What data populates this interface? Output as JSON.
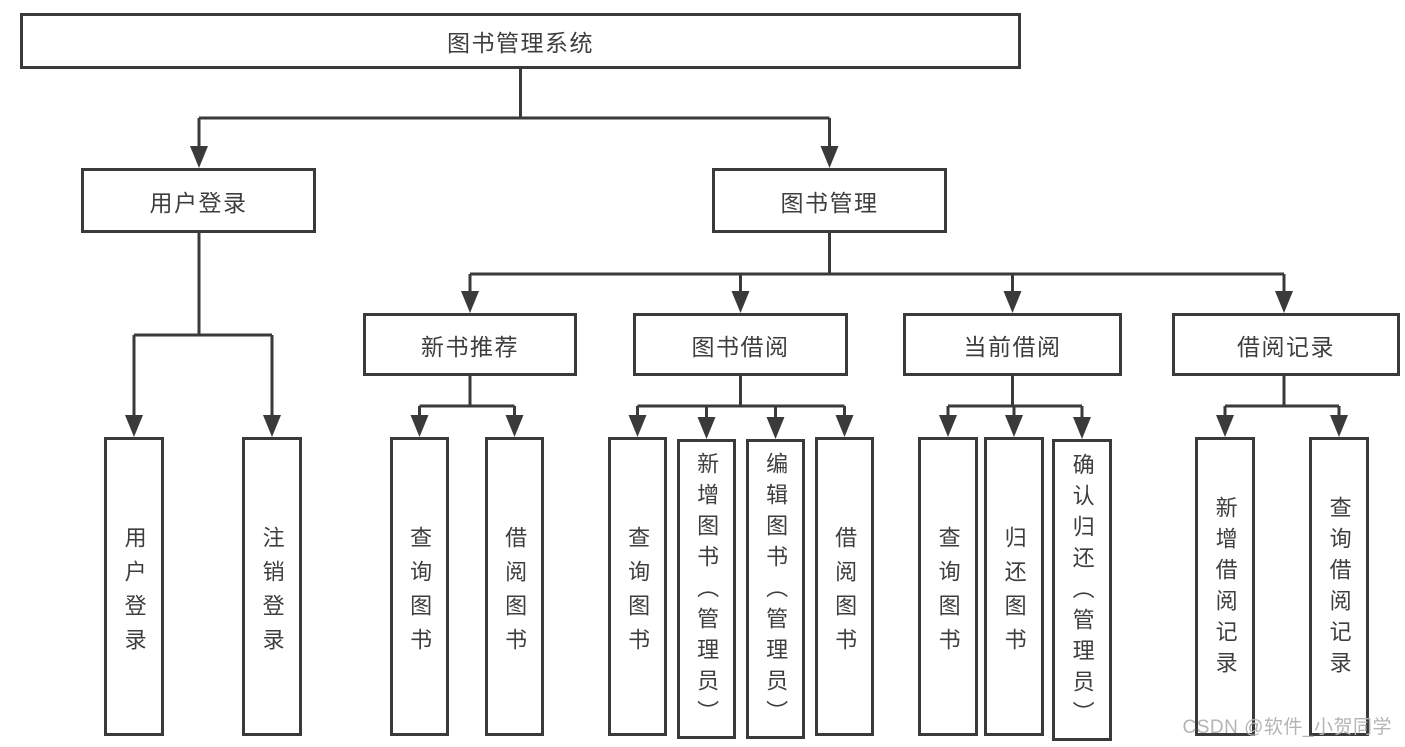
{
  "diagram_title": "图书管理系统",
  "tree": {
    "root": {
      "label": "图书管理系统"
    },
    "level2": {
      "user_login": {
        "label": "用户登录",
        "parent": "root"
      },
      "book_mgmt": {
        "label": "图书管理",
        "parent": "root"
      }
    },
    "level3": {
      "new_book_rec": {
        "label": "新书推荐",
        "parent": "book_mgmt"
      },
      "book_borrow": {
        "label": "图书借阅",
        "parent": "book_mgmt"
      },
      "current_borrow": {
        "label": "当前借阅",
        "parent": "book_mgmt"
      },
      "borrow_records": {
        "label": "借阅记录",
        "parent": "book_mgmt"
      }
    },
    "leaves": {
      "user_login": {
        "label": "用户登录",
        "parent": "user_login"
      },
      "logout": {
        "label": "注销登录",
        "parent": "user_login"
      },
      "rec_query_book": {
        "label": "查询图书",
        "parent": "new_book_rec"
      },
      "rec_borrow_book": {
        "label": "借阅图书",
        "parent": "new_book_rec"
      },
      "bb_query_book": {
        "label": "查询图书",
        "parent": "book_borrow"
      },
      "bb_add_book": {
        "label": "新增图书（管理员）",
        "parent": "book_borrow"
      },
      "bb_edit_book": {
        "label": "编辑图书（管理员）",
        "parent": "book_borrow"
      },
      "bb_borrow_book": {
        "label": "借阅图书",
        "parent": "book_borrow"
      },
      "cb_query_book": {
        "label": "查询图书",
        "parent": "current_borrow"
      },
      "cb_return_book": {
        "label": "归还图书",
        "parent": "current_borrow"
      },
      "cb_confirm_return": {
        "label": "确认归还（管理员）",
        "parent": "current_borrow"
      },
      "br_add_record": {
        "label": "新增借阅记录",
        "parent": "borrow_records"
      },
      "br_query_record": {
        "label": "查询借阅记录",
        "parent": "borrow_records"
      }
    }
  },
  "watermark": {
    "text": "CSDN @软件_小贺同学"
  },
  "colors": {
    "line": "#3a3a3a",
    "text": "#3e3e3e",
    "watermark": "#b5b5b5",
    "background": "#ffffff"
  }
}
